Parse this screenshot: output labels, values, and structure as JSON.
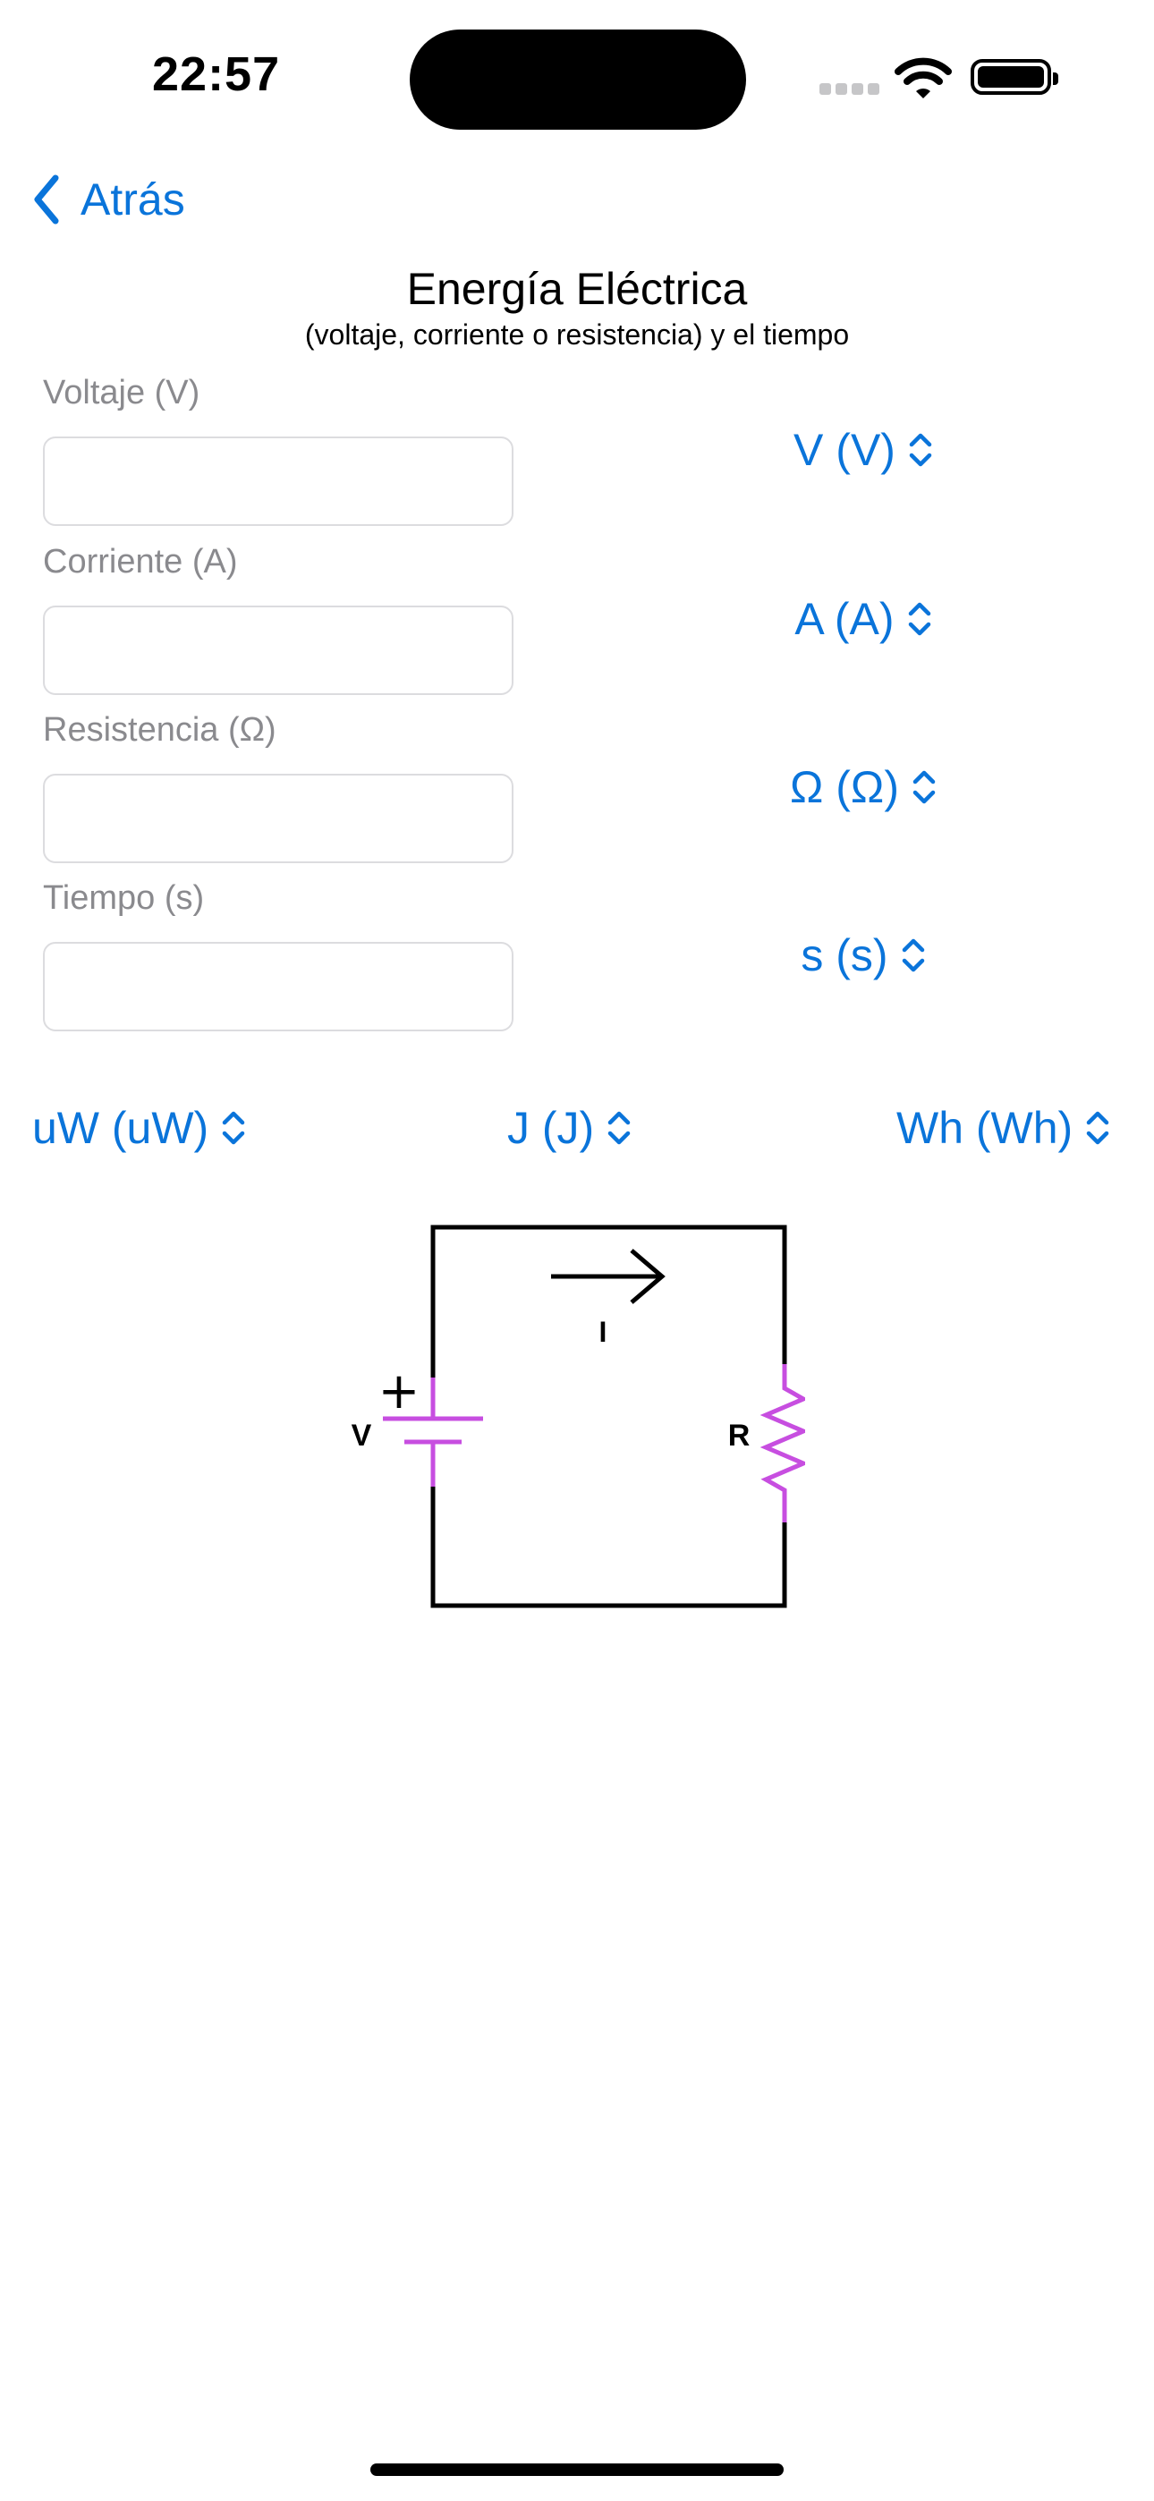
{
  "status_bar": {
    "time": "22:57"
  },
  "nav": {
    "back_label": "Atrás"
  },
  "header": {
    "title": "Energía Eléctrica",
    "subtitle": "(voltaje, corriente o resistencia) y el tiempo"
  },
  "inputs": [
    {
      "label": "Voltaje (V)",
      "value": "",
      "unit": "V (V)"
    },
    {
      "label": "Corriente (A)",
      "value": "",
      "unit": "A (A)"
    },
    {
      "label": "Resistencia (Ω)",
      "value": "",
      "unit": "Ω (Ω)"
    },
    {
      "label": "Tiempo (s)",
      "value": "",
      "unit": "s (s)"
    }
  ],
  "output_units": {
    "power": "uW (uW)",
    "energy_j": "J (J)",
    "energy_wh": "Wh (Wh)"
  },
  "diagram": {
    "current_label": "I",
    "voltage_label": "V",
    "resistor_label": "R",
    "plus_sign": "+",
    "wire_color": "#000000",
    "component_color": "#c74ee0"
  },
  "colors": {
    "accent": "#0a74da"
  }
}
